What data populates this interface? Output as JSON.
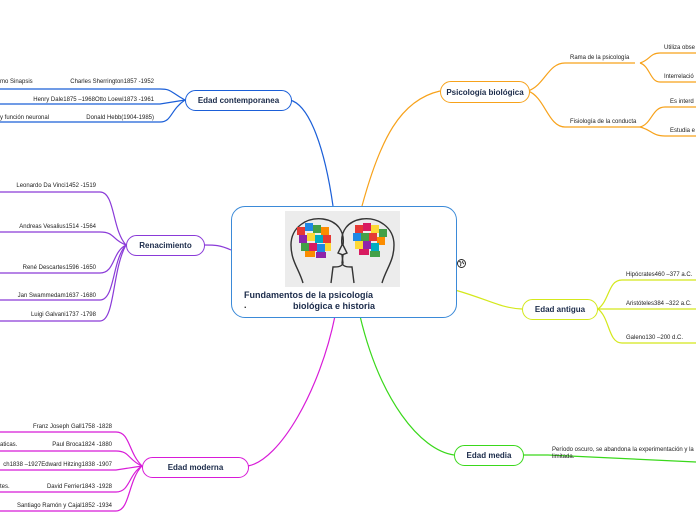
{
  "center": {
    "title_line1": "Fundamentos de la psicología",
    "title_line2": "biológica e historia",
    "dot": "."
  },
  "icon": "globe-icon",
  "branches": {
    "psicologia": {
      "label": "Psicología biológica",
      "color": "#f7a21b",
      "subs": [
        {
          "label": "Rama de la psicología",
          "leaves": [
            "Utiliza obse",
            "Interrelació"
          ]
        },
        {
          "label": "Fisiología de la conducta",
          "leaves": [
            "Es interd",
            "Estudia e"
          ]
        }
      ]
    },
    "antigua": {
      "label": "Edad antigua",
      "color": "#d4e81b",
      "leaves": [
        "Hipócrates460 –377 a.C.",
        "Aristóteles384 –322 a.C.",
        "Galeno130 –200 d.C."
      ]
    },
    "media": {
      "label": "Edad media",
      "color": "#3ad81b",
      "leaf_line1": "Período oscuro, se abandona la experimentación y la",
      "leaf_line2": "limitada."
    },
    "contemporanea": {
      "label": "Edad contemporanea",
      "color": "#1b5fd8",
      "leaves": [
        {
          "name": "Charles Sherrington1857 -1952",
          "note": "mo Sinapsis"
        },
        {
          "name": "Henry Dale1875 –1968Otto Loewi1873 -1961",
          "note": ""
        },
        {
          "name": "Donald Hebb(1904-1985)",
          "note": "y función neuronal"
        }
      ]
    },
    "renacimiento": {
      "label": "Renacimiento",
      "color": "#8a3ad8",
      "leaves": [
        {
          "name": "Leonardo Da Vinci1452 -1519"
        },
        {
          "name": "Andreas Vesalius1514 -1564"
        },
        {
          "name": "René Descartes1596 -1650"
        },
        {
          "name": "Jan Swammedam1637 -1680"
        },
        {
          "name": "Luigi Galvani1737 -1798"
        }
      ]
    },
    "moderna": {
      "label": "Edad moderna",
      "color": "#d81bd8",
      "leaves": [
        {
          "name": "Franz Joseph Gall1758 -1828",
          "note": ""
        },
        {
          "name": "Paul Broca1824 -1880",
          "note": "aticas."
        },
        {
          "name": "ch1838 –1927Edward Hitzing1838 -1907",
          "note": ""
        },
        {
          "name": "David Ferrier1843 -1928",
          "note": "tes."
        },
        {
          "name": "Santiago Ramón y Cajal1852 -1934",
          "note": ""
        }
      ]
    }
  }
}
